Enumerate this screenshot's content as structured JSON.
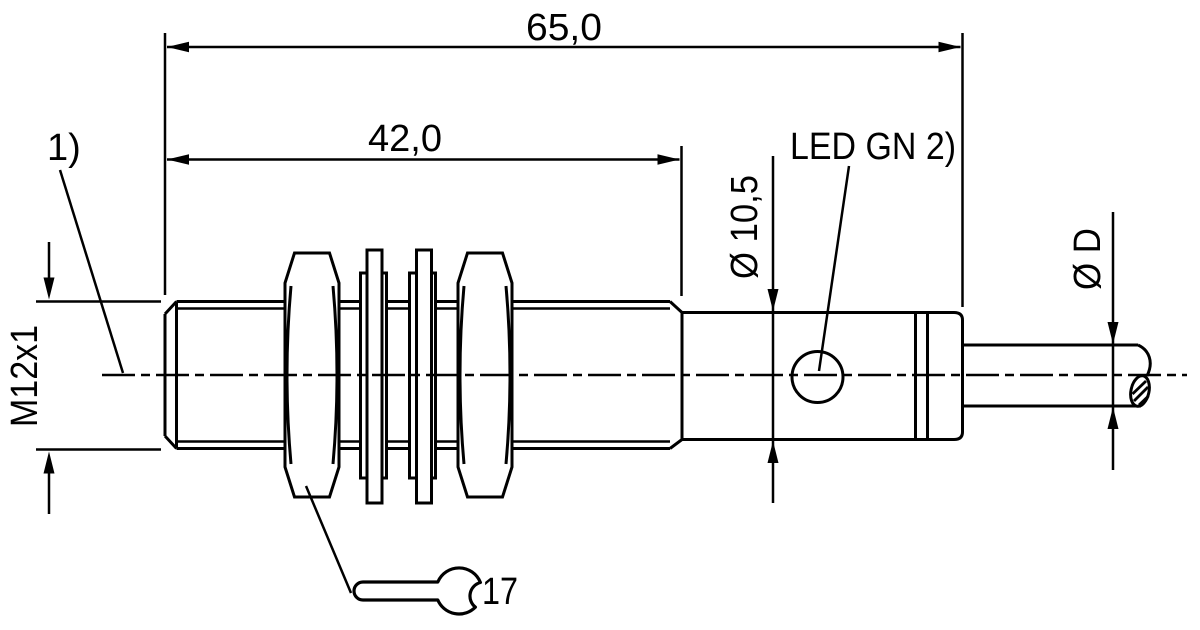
{
  "drawing": {
    "background_color": "#ffffff",
    "line_color": "#000000",
    "dimensions": {
      "overall_length": "65,0",
      "thread_length": "42,0",
      "thread_spec": "M12x1",
      "housing_diameter": "Ø 10,5",
      "cable_diameter": "Ø D"
    },
    "labels": {
      "footnote_1": "1)",
      "led_indicator": "LED GN 2)",
      "wrench_size": "17"
    }
  }
}
